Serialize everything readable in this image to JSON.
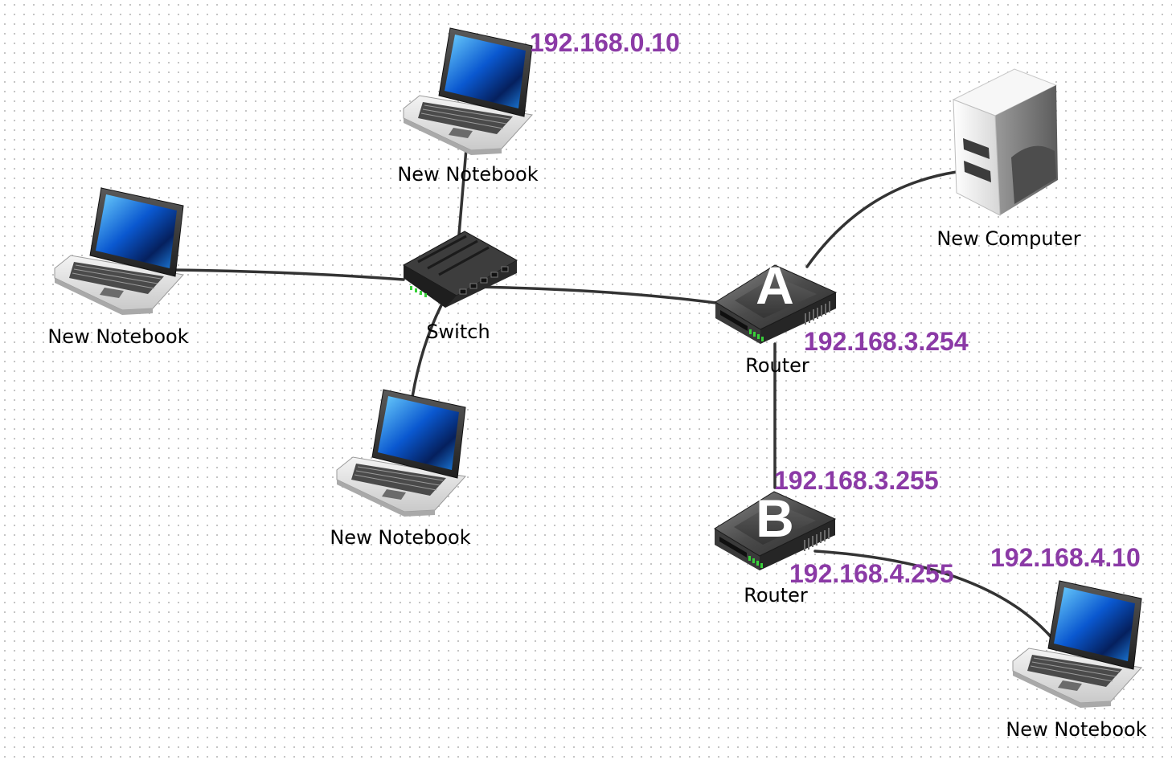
{
  "colors": {
    "ip_text": "#8b3aa6",
    "link": "#333333",
    "label": "#000000"
  },
  "nodes": {
    "notebook_top": {
      "label": "New Notebook",
      "icon": "laptop-icon"
    },
    "notebook_left": {
      "label": "New Notebook",
      "icon": "laptop-icon"
    },
    "notebook_bottom": {
      "label": "New Notebook",
      "icon": "laptop-icon"
    },
    "notebook_right": {
      "label": "New Notebook",
      "icon": "laptop-icon"
    },
    "switch": {
      "label": "Switch",
      "icon": "network-switch-icon"
    },
    "router_a": {
      "label": "Router",
      "letter": "A",
      "icon": "router-icon"
    },
    "router_b": {
      "label": "Router",
      "letter": "B",
      "icon": "router-icon"
    },
    "computer": {
      "label": "New Computer",
      "icon": "server-tower-icon"
    }
  },
  "ip_labels": {
    "notebook_top": "192.168.0.10",
    "router_a": "192.168.3.254",
    "router_b_upper": "192.168.3.255",
    "router_b_lower": "192.168.4.255",
    "notebook_right": "192.168.4.10"
  },
  "links": [
    [
      "notebook_top",
      "switch"
    ],
    [
      "notebook_left",
      "switch"
    ],
    [
      "notebook_bottom",
      "switch"
    ],
    [
      "switch",
      "router_a"
    ],
    [
      "router_a",
      "computer"
    ],
    [
      "router_a",
      "router_b"
    ],
    [
      "router_b",
      "notebook_right"
    ]
  ]
}
